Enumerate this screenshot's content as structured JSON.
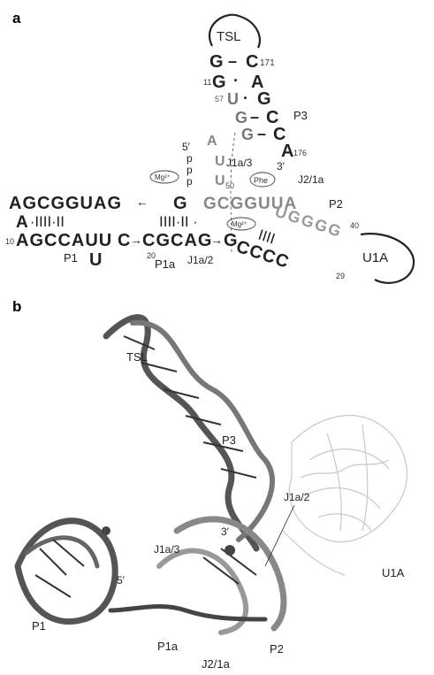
{
  "panel_a": {
    "panel_label": "a",
    "loop_label": "TSL",
    "top_strand": [
      "G",
      "G",
      "U",
      "G",
      "G"
    ],
    "top_partner": [
      "C",
      "A",
      "G",
      "C",
      "C"
    ],
    "pair_marks": [
      "–",
      "·",
      "·",
      "–",
      "–"
    ],
    "nums": {
      "n171": "171",
      "n11": "11",
      "n57": "57",
      "n176": "176",
      "n50": "50",
      "n10": "10",
      "n20": "20",
      "n40": "40",
      "n29": "29"
    },
    "three_A": "A",
    "prime3": "3′",
    "prime5": "5′",
    "ppp": [
      "p",
      "p",
      "p"
    ],
    "mg": "Mg²⁺",
    "phe": "Phe",
    "left_top": "AGCGGUAG",
    "left_G": "G",
    "left_A": "A",
    "left_bottom": "AGCCAUU",
    "bulge_U": "U",
    "c_after_bulge": "C",
    "p1a_bottom": "CGCAG",
    "p1a_G": "G",
    "p1a_top": "GCGGUUA",
    "j_u": [
      "U",
      "U",
      "A"
    ],
    "p2_top": "UGGGG",
    "p2_bottom": "CCCC",
    "labels": {
      "P1": "P1",
      "P1a": "P1a",
      "P2": "P2",
      "P3": "P3",
      "J1a3": "J1a/3",
      "J21a": "J2/1a",
      "J1a2": "J1a/2",
      "U1A": "U1A"
    }
  },
  "panel_b": {
    "panel_label": "b",
    "labels": {
      "TSL": "TSL",
      "P3": "P3",
      "J1a2": "J1a/2",
      "J1a3": "J1a/3",
      "prime3": "3′",
      "prime5": "5′",
      "U1A": "U1A",
      "P1": "P1",
      "P1a": "P1a",
      "P2": "P2",
      "J21a": "J2/1a"
    }
  }
}
